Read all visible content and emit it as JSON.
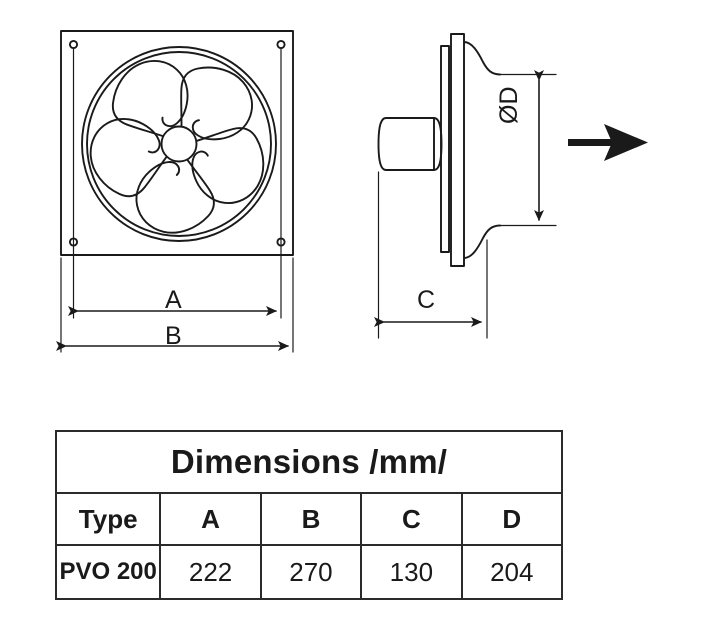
{
  "drawing": {
    "title_implicit": "PVO 200 axial wall fan technical drawing",
    "views": {
      "front": {
        "name": "front-view",
        "description": "Square mounting plate with 5-blade impeller and four corner mounting holes",
        "blade_count": 5,
        "mounting_hole_count": 4
      },
      "side": {
        "name": "side-view",
        "description": "Side section showing motor housing, flange plate and flared bell mouth"
      }
    },
    "dimension_labels": {
      "a": "A",
      "b": "B",
      "c": "C",
      "d": "ØD"
    },
    "airflow_arrow": {
      "name": "airflow-arrow",
      "direction": "right"
    },
    "line_color": "#1a1a1a",
    "background_color": "#ffffff"
  },
  "table": {
    "title": "Dimensions /mm/",
    "headers": [
      "Type",
      "A",
      "B",
      "C",
      "D"
    ],
    "rows": [
      {
        "type": "PVO 200",
        "a": "222",
        "b": "270",
        "c": "130",
        "d": "204"
      }
    ]
  }
}
